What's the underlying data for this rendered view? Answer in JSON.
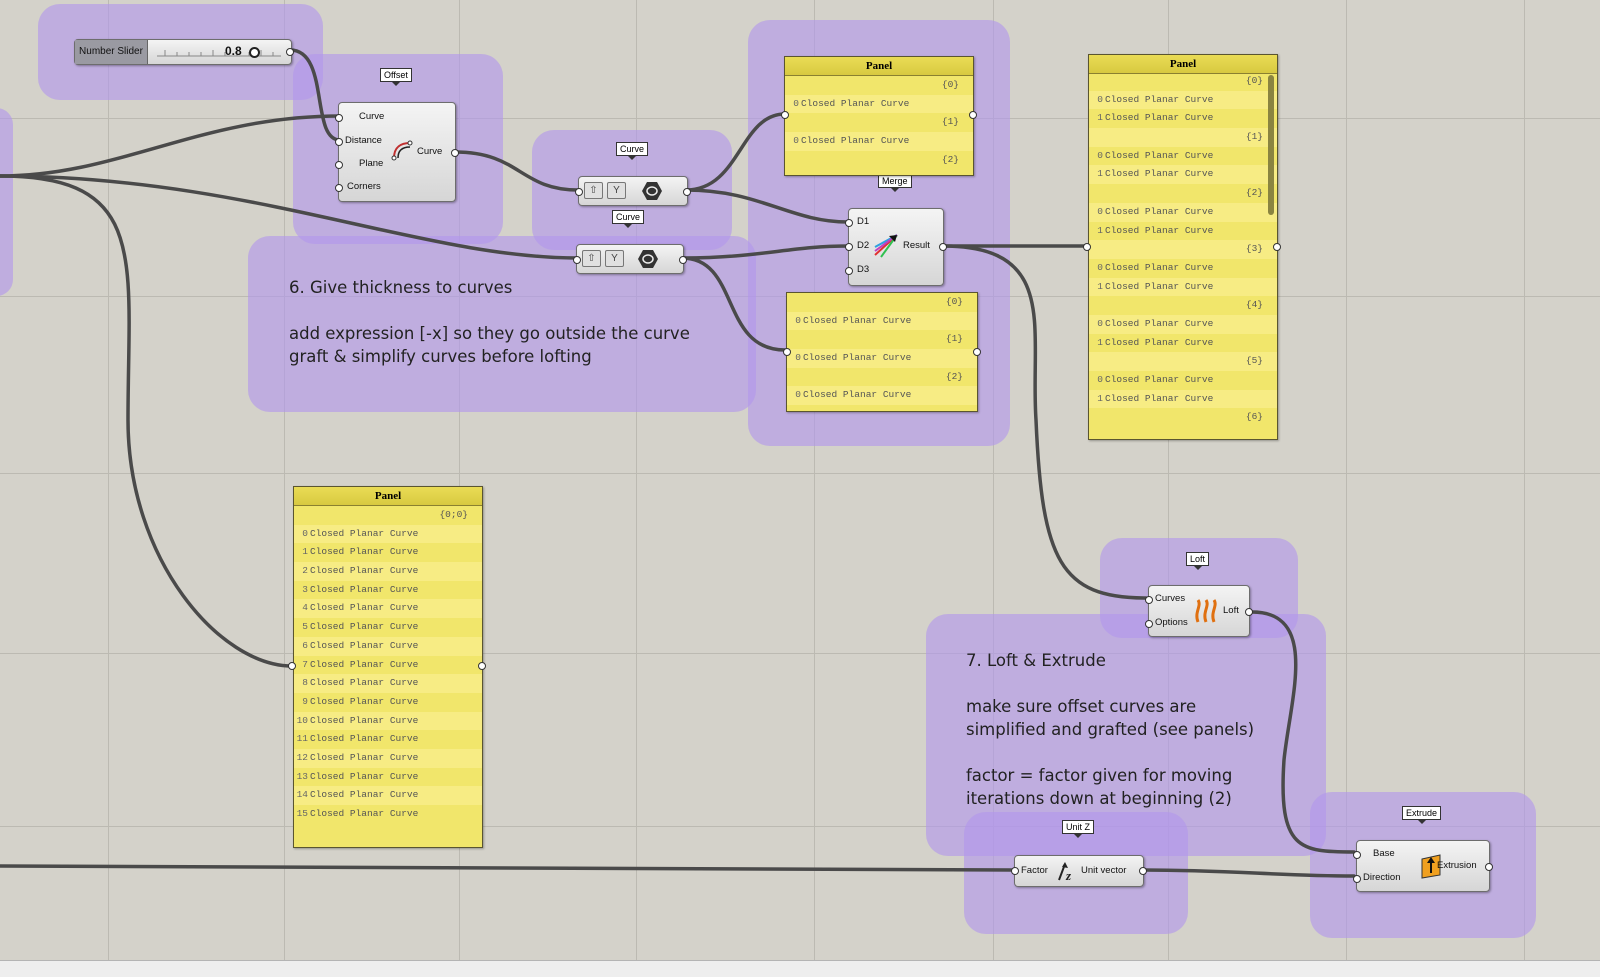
{
  "slider": {
    "label": "Number Slider",
    "value": "0.8"
  },
  "offset": {
    "tag": "Offset",
    "inputs": [
      "Curve",
      "Distance",
      "Plane",
      "Corners"
    ],
    "output": "Curve"
  },
  "curve_param_1": {
    "tag": "Curve"
  },
  "curve_param_2": {
    "tag": "Curve"
  },
  "merge": {
    "tag": "Merge",
    "inputs": [
      "D1",
      "D2",
      "D3"
    ],
    "output": "Result"
  },
  "loft": {
    "tag": "Loft",
    "inputs": [
      "Curves",
      "Options"
    ],
    "output": "Loft"
  },
  "unit_z": {
    "tag": "Unit Z",
    "input": "Factor",
    "output": "Unit vector"
  },
  "extrude": {
    "tag": "Extrude",
    "inputs": [
      "Base",
      "Direction"
    ],
    "output": "Extrusion"
  },
  "panel_top": {
    "title": "Panel",
    "rows": [
      {
        "type": "path",
        "text": "{0}"
      },
      {
        "type": "item",
        "idx": "0",
        "text": "Closed Planar Curve"
      },
      {
        "type": "path",
        "text": "{1}"
      },
      {
        "type": "item",
        "idx": "0",
        "text": "Closed Planar Curve"
      },
      {
        "type": "path",
        "text": "{2}"
      }
    ]
  },
  "panel_mid": {
    "rows": [
      {
        "type": "path",
        "text": "{0}"
      },
      {
        "type": "item",
        "idx": "0",
        "text": "Closed Planar Curve"
      },
      {
        "type": "path",
        "text": "{1}"
      },
      {
        "type": "item",
        "idx": "0",
        "text": "Closed Planar Curve"
      },
      {
        "type": "path",
        "text": "{2}"
      },
      {
        "type": "item",
        "idx": "0",
        "text": "Closed Planar Curve"
      }
    ]
  },
  "panel_right": {
    "title": "Panel",
    "rows": [
      {
        "type": "path",
        "text": "{0}"
      },
      {
        "type": "item",
        "idx": "0",
        "text": "Closed Planar Curve"
      },
      {
        "type": "item",
        "idx": "1",
        "text": "Closed Planar Curve"
      },
      {
        "type": "path",
        "text": "{1}"
      },
      {
        "type": "item",
        "idx": "0",
        "text": "Closed Planar Curve"
      },
      {
        "type": "item",
        "idx": "1",
        "text": "Closed Planar Curve"
      },
      {
        "type": "path",
        "text": "{2}"
      },
      {
        "type": "item",
        "idx": "0",
        "text": "Closed Planar Curve"
      },
      {
        "type": "item",
        "idx": "1",
        "text": "Closed Planar Curve"
      },
      {
        "type": "path",
        "text": "{3}"
      },
      {
        "type": "item",
        "idx": "0",
        "text": "Closed Planar Curve"
      },
      {
        "type": "item",
        "idx": "1",
        "text": "Closed Planar Curve"
      },
      {
        "type": "path",
        "text": "{4}"
      },
      {
        "type": "item",
        "idx": "0",
        "text": "Closed Planar Curve"
      },
      {
        "type": "item",
        "idx": "1",
        "text": "Closed Planar Curve"
      },
      {
        "type": "path",
        "text": "{5}"
      },
      {
        "type": "item",
        "idx": "0",
        "text": "Closed Planar Curve"
      },
      {
        "type": "item",
        "idx": "1",
        "text": "Closed Planar Curve"
      },
      {
        "type": "path",
        "text": "{6}"
      }
    ]
  },
  "panel_left": {
    "title": "Panel",
    "rows": [
      {
        "type": "path",
        "text": "{0;0}"
      },
      {
        "type": "item",
        "idx": "0",
        "text": "Closed Planar Curve"
      },
      {
        "type": "item",
        "idx": "1",
        "text": "Closed Planar Curve"
      },
      {
        "type": "item",
        "idx": "2",
        "text": "Closed Planar Curve"
      },
      {
        "type": "item",
        "idx": "3",
        "text": "Closed Planar Curve"
      },
      {
        "type": "item",
        "idx": "4",
        "text": "Closed Planar Curve"
      },
      {
        "type": "item",
        "idx": "5",
        "text": "Closed Planar Curve"
      },
      {
        "type": "item",
        "idx": "6",
        "text": "Closed Planar Curve"
      },
      {
        "type": "item",
        "idx": "7",
        "text": "Closed Planar Curve"
      },
      {
        "type": "item",
        "idx": "8",
        "text": "Closed Planar Curve"
      },
      {
        "type": "item",
        "idx": "9",
        "text": "Closed Planar Curve"
      },
      {
        "type": "item",
        "idx": "10",
        "text": "Closed Planar Curve"
      },
      {
        "type": "item",
        "idx": "11",
        "text": "Closed Planar Curve"
      },
      {
        "type": "item",
        "idx": "12",
        "text": "Closed Planar Curve"
      },
      {
        "type": "item",
        "idx": "13",
        "text": "Closed Planar Curve"
      },
      {
        "type": "item",
        "idx": "14",
        "text": "Closed Planar Curve"
      },
      {
        "type": "item",
        "idx": "15",
        "text": "Closed Planar Curve"
      }
    ]
  },
  "notes": {
    "thickness_title": "6. Give thickness to curves",
    "thickness_line1": "add expression [-x] so they go outside the curve",
    "thickness_line2": "graft & simplify curves before lofting",
    "loft_title": "7. Loft & Extrude",
    "loft_line1": "make sure offset curves are",
    "loft_line2": "simplified and grafted (see panels)",
    "loft_line3": "factor = factor given for moving",
    "loft_line4": "iterations down at beginning (2)"
  },
  "colors": {
    "canvas": "#d4d2ca",
    "group": "#b296ec",
    "panel": "#f1e66b",
    "wire": "#4a4a4a"
  }
}
